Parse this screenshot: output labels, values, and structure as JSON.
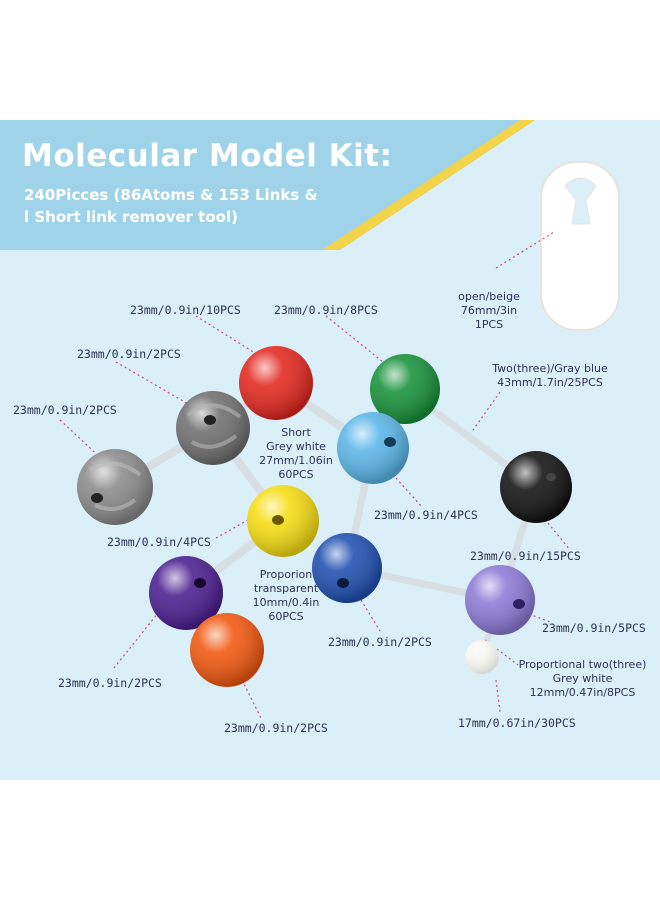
{
  "header": {
    "title": "Molecular Model Kit:",
    "subtitle_line1": "240Picces (86Atoms & 153 Links &",
    "subtitle_line2": "l Short link remover tool)"
  },
  "colors": {
    "background": "#dbeff9",
    "banner": "#9fd3ea",
    "banner_accent": "#f2d34a",
    "label_text": "#2f2f55",
    "leader_line": "#d6458a"
  },
  "atoms": [
    {
      "name": "red-atom",
      "color": "#e3271e"
    },
    {
      "name": "green-atom",
      "color": "#17913a"
    },
    {
      "name": "grey-atom-upper",
      "color": "#7d7d7d"
    },
    {
      "name": "grey-atom-lower",
      "color": "#8a8a8a"
    },
    {
      "name": "light-blue-atom",
      "color": "#5ab6e8"
    },
    {
      "name": "black-atom",
      "color": "#111111"
    },
    {
      "name": "yellow-atom",
      "color": "#f6dd12"
    },
    {
      "name": "dark-blue-atom",
      "color": "#1f4fb0"
    },
    {
      "name": "purple-atom",
      "color": "#4a1d8f"
    },
    {
      "name": "lavender-atom",
      "color": "#8c7ad6"
    },
    {
      "name": "orange-atom",
      "color": "#f2570e"
    },
    {
      "name": "white-atom",
      "color": "#f7f7f2"
    }
  ],
  "labels": {
    "red_top": "23mm/0.9in/10PCS",
    "green_top": "23mm/0.9in/8PCS",
    "grey_upper": "23mm/0.9in/2PCS",
    "grey_lower": "23mm/0.9in/2PCS",
    "short_link": [
      "Short",
      "Grey white",
      "27mm/1.06in",
      "60PCS"
    ],
    "light_blue": "23mm/0.9in/4PCS",
    "yellow": "23mm/0.9in/4PCS",
    "transparent_link": [
      "Proporion",
      "transparent",
      "10mm/0.4in",
      "60PCS"
    ],
    "purple": "23mm/0.9in/2PCS",
    "orange": "23mm/0.9in/2PCS",
    "dark_blue": "23mm/0.9in/2PCS",
    "black": "23mm/0.9in/15PCS",
    "lavender": "23mm/0.9in/5PCS",
    "gray_blue_link": [
      "Two(three)/Gray blue",
      "43mm/1.7in/25PCS"
    ],
    "proportional_link": [
      "Proportional two(three)",
      "Grey white",
      "12mm/0.47in/8PCS"
    ],
    "white_atom": "17mm/0.67in/30PCS",
    "remover_tool": [
      "open/beige",
      "76mm/3in",
      "1PCS"
    ]
  }
}
